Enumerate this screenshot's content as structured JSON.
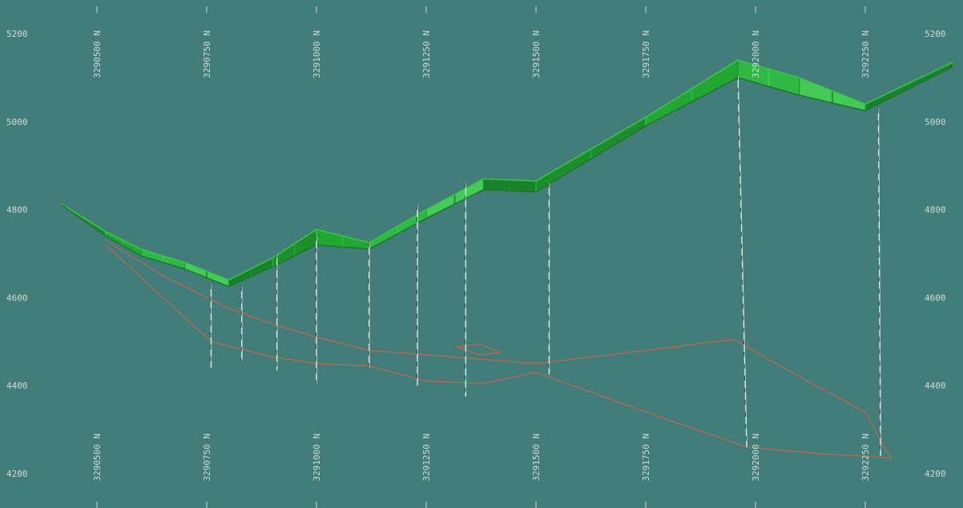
{
  "view": {
    "background": "#437d79",
    "text_color": "#c8dcd8",
    "terrain_colors": [
      "#1c8f2a",
      "#22a733",
      "#2fb844",
      "#45c957",
      "#17822a"
    ],
    "boundary_color": "#b26a50",
    "hole_color": "#e2ece8"
  },
  "elevation_axis": {
    "ticks": [
      5200,
      5000,
      4800,
      4600,
      4400,
      4200
    ],
    "labels": [
      "5200",
      "5000",
      "4800",
      "4600",
      "4400",
      "4200"
    ],
    "range": [
      4180,
      5220
    ]
  },
  "northing_axis": {
    "ticks": [
      3290500,
      3290750,
      3291000,
      3291250,
      3291500,
      3291750,
      3292000,
      3292250
    ],
    "labels": [
      "3290500 N",
      "3290750 N",
      "3291000 N",
      "3291250 N",
      "3291500 N",
      "3291750 N",
      "3292000 N",
      "3292250 N"
    ]
  },
  "terrain": {
    "top": [
      [
        3290420,
        4812
      ],
      [
        3290520,
        4750
      ],
      [
        3290600,
        4710
      ],
      [
        3290700,
        4680
      ],
      [
        3290800,
        4640
      ],
      [
        3290900,
        4690
      ],
      [
        3291000,
        4755
      ],
      [
        3291120,
        4725
      ],
      [
        3291250,
        4800
      ],
      [
        3291380,
        4870
      ],
      [
        3291500,
        4865
      ],
      [
        3291750,
        5010
      ],
      [
        3291960,
        5140
      ],
      [
        3292100,
        5100
      ],
      [
        3292250,
        5040
      ],
      [
        3292450,
        5135
      ]
    ],
    "bottom": [
      [
        3290420,
        4810
      ],
      [
        3290520,
        4740
      ],
      [
        3290600,
        4695
      ],
      [
        3290700,
        4665
      ],
      [
        3290800,
        4625
      ],
      [
        3290900,
        4670
      ],
      [
        3291000,
        4720
      ],
      [
        3291120,
        4710
      ],
      [
        3291250,
        4780
      ],
      [
        3291380,
        4845
      ],
      [
        3291500,
        4840
      ],
      [
        3291750,
        4990
      ],
      [
        3291960,
        5100
      ],
      [
        3292100,
        5060
      ],
      [
        3292250,
        5025
      ],
      [
        3292450,
        5125
      ]
    ]
  },
  "boundaries": [
    {
      "points": [
        [
          3290520,
          4730
        ],
        [
          3290650,
          4650
        ],
        [
          3290800,
          4575
        ],
        [
          3290900,
          4540
        ],
        [
          3291000,
          4510
        ],
        [
          3291120,
          4480
        ],
        [
          3291250,
          4470
        ],
        [
          3291500,
          4450
        ],
        [
          3291750,
          4480
        ],
        [
          3291950,
          4505
        ],
        [
          3292100,
          4420
        ],
        [
          3292250,
          4340
        ],
        [
          3292310,
          4230
        ]
      ]
    },
    {
      "points": [
        [
          3290520,
          4720
        ],
        [
          3290650,
          4600
        ],
        [
          3290760,
          4500
        ],
        [
          3290900,
          4465
        ],
        [
          3291000,
          4450
        ],
        [
          3291120,
          4445
        ],
        [
          3291250,
          4410
        ],
        [
          3291380,
          4405
        ],
        [
          3291500,
          4430
        ],
        [
          3291750,
          4340
        ],
        [
          3291980,
          4260
        ],
        [
          3292150,
          4245
        ],
        [
          3292310,
          4235
        ]
      ]
    },
    {
      "points": [
        [
          3291320,
          4488
        ],
        [
          3291370,
          4495
        ],
        [
          3291420,
          4475
        ],
        [
          3291370,
          4470
        ],
        [
          3291320,
          4488
        ]
      ]
    }
  ],
  "drill_holes": [
    {
      "top": [
        3290760,
        4630
      ],
      "bottom": [
        3290760,
        4440
      ]
    },
    {
      "top": [
        3290830,
        4625
      ],
      "bottom": [
        3290830,
        4455
      ]
    },
    {
      "top": [
        3290910,
        4700
      ],
      "bottom": [
        3290910,
        4435
      ]
    },
    {
      "top": [
        3291000,
        4740
      ],
      "bottom": [
        3291000,
        4405
      ]
    },
    {
      "top": [
        3291120,
        4725
      ],
      "bottom": [
        3291120,
        4440
      ]
    },
    {
      "top": [
        3291230,
        4810
      ],
      "bottom": [
        3291230,
        4400
      ]
    },
    {
      "top": [
        3291340,
        4860
      ],
      "bottom": [
        3291340,
        4375
      ]
    },
    {
      "top": [
        3291530,
        4860
      ],
      "bottom": [
        3291530,
        4425
      ]
    },
    {
      "top": [
        3291960,
        5105
      ],
      "bottom": [
        3291980,
        4260
      ]
    },
    {
      "top": [
        3292280,
        5030
      ],
      "bottom": [
        3292285,
        4240
      ]
    }
  ]
}
